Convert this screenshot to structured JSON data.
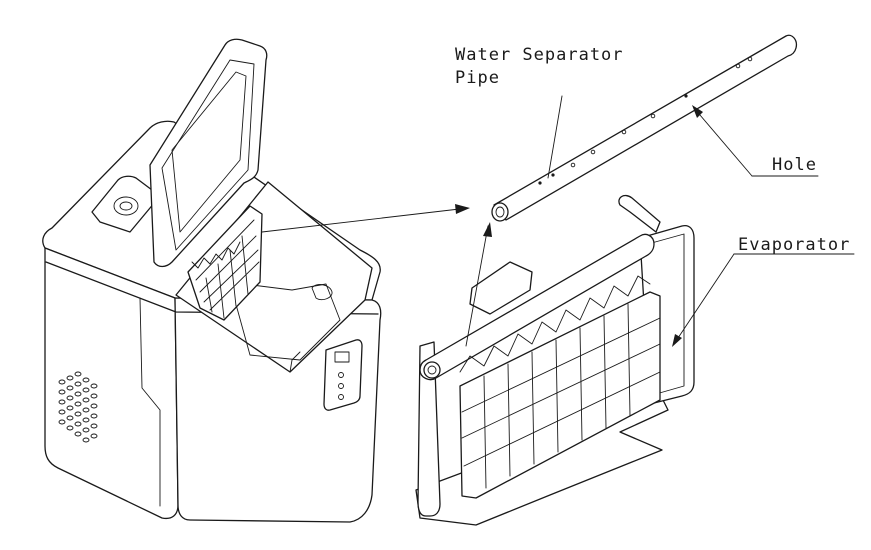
{
  "labels": {
    "water_separator_line1": "Water Separator",
    "water_separator_line2": "Pipe",
    "hole": "Hole",
    "evaporator": "Evaporator"
  }
}
